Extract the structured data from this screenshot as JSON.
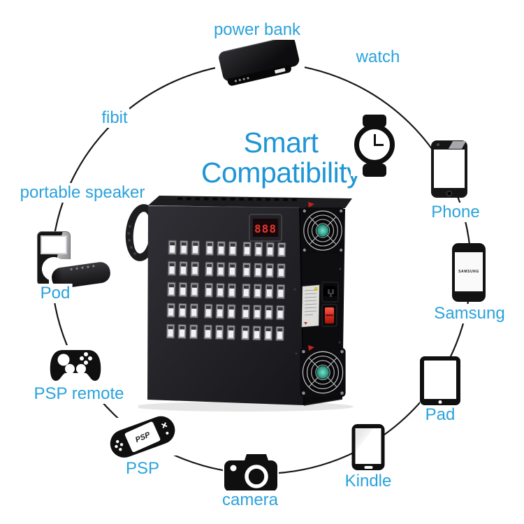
{
  "title": {
    "line1": "Smart",
    "line2": "Compatibility"
  },
  "colors": {
    "accent_title": "#1e96d6",
    "accent_label": "#2aa2dc",
    "line": "#161616"
  },
  "devices": [
    {
      "id": "power-bank",
      "label": "power bank"
    },
    {
      "id": "watch",
      "label": "watch"
    },
    {
      "id": "phone",
      "label": "Phone"
    },
    {
      "id": "samsung",
      "label": "Samsung",
      "screen_text": "SAMSUNG"
    },
    {
      "id": "pad",
      "label": "Pad"
    },
    {
      "id": "kindle",
      "label": "Kindle"
    },
    {
      "id": "camera",
      "label": "camera"
    },
    {
      "id": "psp",
      "label": "PSP",
      "screen_text": "PSP"
    },
    {
      "id": "psp-remote",
      "label": "PSP remote"
    },
    {
      "id": "pod",
      "label": "Pod"
    },
    {
      "id": "portable-speaker",
      "label": "portable speaker"
    },
    {
      "id": "fibit",
      "label": "fibit"
    }
  ],
  "charger": {
    "display_value": "888",
    "port_rows": 5,
    "port_groups": [
      3,
      3,
      4
    ]
  }
}
